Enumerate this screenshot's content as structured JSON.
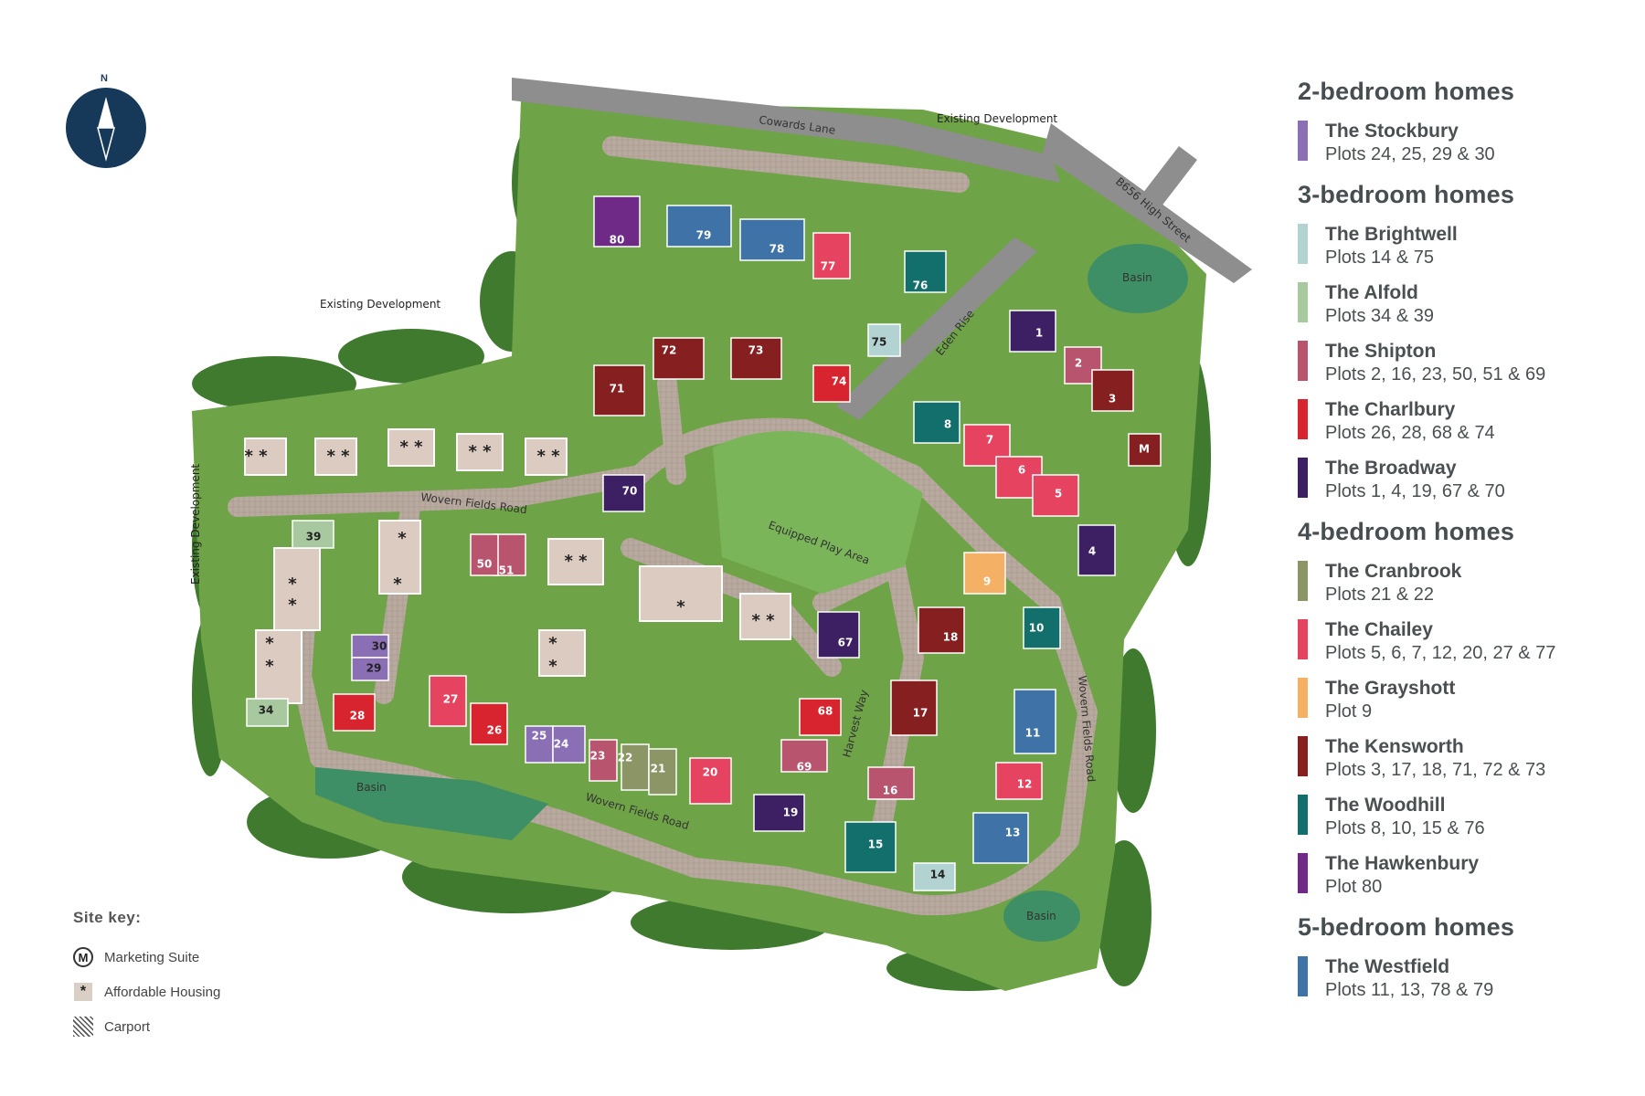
{
  "map": {
    "labels": {
      "cowards_lane": "Cowards Lane",
      "existing_dev_top": "Existing Development",
      "existing_dev_left": "Existing Development",
      "existing_dev_side": "Existing Development",
      "high_street": "B656 High Street",
      "eden_rise": "Eden Rise",
      "wovern_fields_road_north": "Wovern Fields Road",
      "wovern_fields_road_south": "Wovern Fields Road",
      "wovern_fields_road_east": "Wovern Fields Road",
      "harvest_way": "Harvest Way",
      "equipped_play_area": "Equipped Play Area",
      "basin_ne": "Basin",
      "basin_sw": "Basin",
      "basin_se": "Basin",
      "marketing_suite_marker": "M"
    },
    "north_label": "N"
  },
  "site_key": {
    "title": "Site key:",
    "items": [
      {
        "icon": "marketing-suite-icon",
        "symbol": "M",
        "label": "Marketing Suite"
      },
      {
        "icon": "affordable-housing-icon",
        "symbol": "*",
        "label": "Affordable Housing"
      },
      {
        "icon": "carport-icon",
        "symbol": "",
        "label": "Carport"
      }
    ]
  },
  "legend": {
    "groups": [
      {
        "title": "2-bedroom homes",
        "items": [
          {
            "name": "The Stockbury",
            "plots": "Plots 24, 25, 29 & 30",
            "color": "#8a6fb5"
          }
        ]
      },
      {
        "title": "3-bedroom homes",
        "items": [
          {
            "name": "The Brightwell",
            "plots": "Plots 14 & 75",
            "color": "#b3d3d3"
          },
          {
            "name": "The Alfold",
            "plots": "Plots 34 & 39",
            "color": "#a8c9a0"
          },
          {
            "name": "The Shipton",
            "plots": "Plots 2, 16, 23, 50, 51 & 69",
            "color": "#b9546e"
          },
          {
            "name": "The Charlbury",
            "plots": "Plots 26, 28, 68 & 74",
            "color": "#d7242f"
          },
          {
            "name": "The Broadway",
            "plots": "Plots 1, 4, 19, 67 & 70",
            "color": "#3d1f63"
          }
        ]
      },
      {
        "title": "4-bedroom homes",
        "items": [
          {
            "name": "The Cranbrook",
            "plots": "Plots 21 & 22",
            "color": "#8b9566"
          },
          {
            "name": "The Chailey",
            "plots": "Plots 5, 6, 7, 12, 20, 27 & 77",
            "color": "#e5435f"
          },
          {
            "name": "The Grayshott",
            "plots": "Plot 9",
            "color": "#f4b064"
          },
          {
            "name": "The Kensworth",
            "plots": "Plots 3, 17, 18, 71, 72 & 73",
            "color": "#861f1f"
          },
          {
            "name": "The Woodhill",
            "plots": "Plots 8, 10, 15 & 76",
            "color": "#136f6b"
          },
          {
            "name": "The Hawkenbury",
            "plots": "Plot 80",
            "color": "#6f2a88"
          }
        ]
      },
      {
        "title": "5-bedroom homes",
        "items": [
          {
            "name": "The Westfield",
            "plots": "Plots 11, 13, 78 & 79",
            "color": "#3f73a8"
          }
        ]
      }
    ]
  }
}
